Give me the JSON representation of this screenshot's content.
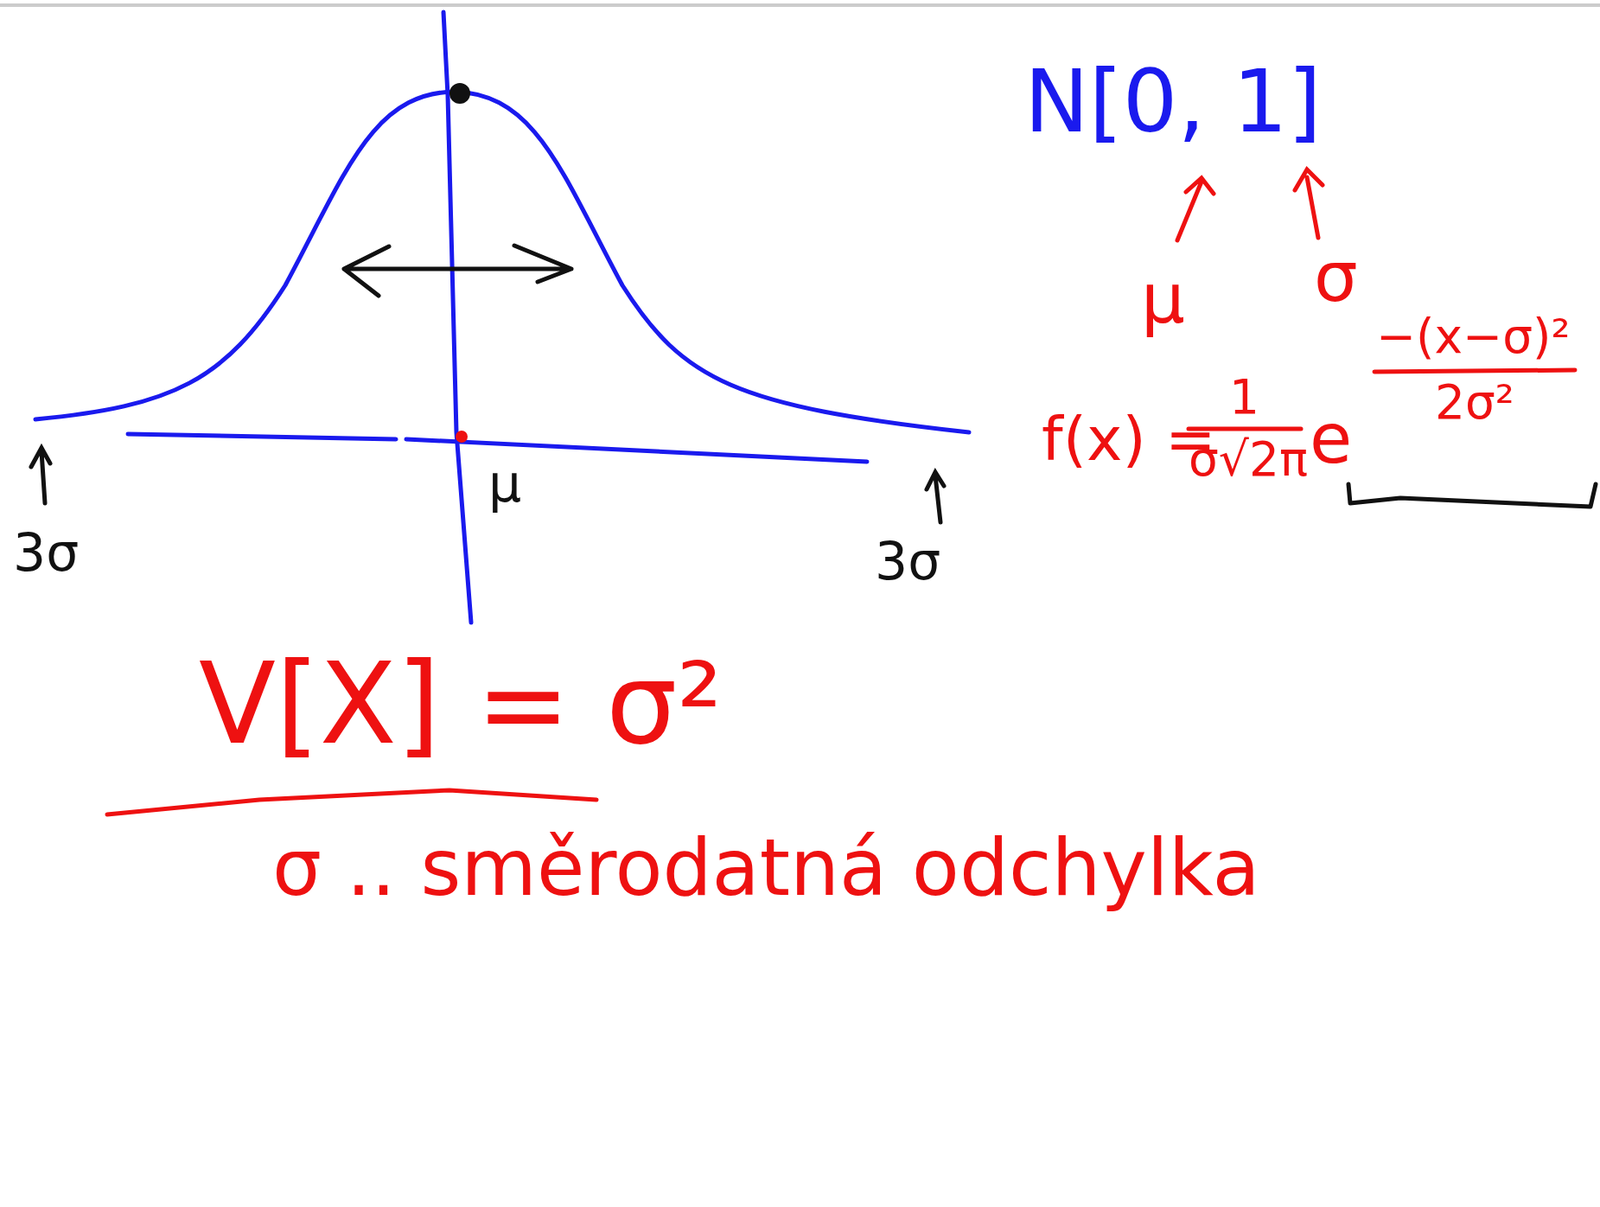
{
  "diagram": {
    "labels": [
      "N[0, 1]",
      "μ",
      "σ",
      "f(x) =",
      "1",
      "σ√2π",
      "e",
      "−(x−σ)²",
      "2σ²",
      "3σ",
      "3σ",
      "μ",
      "V[X] = σ²",
      "σ .. směrodatná odchylka"
    ]
  }
}
